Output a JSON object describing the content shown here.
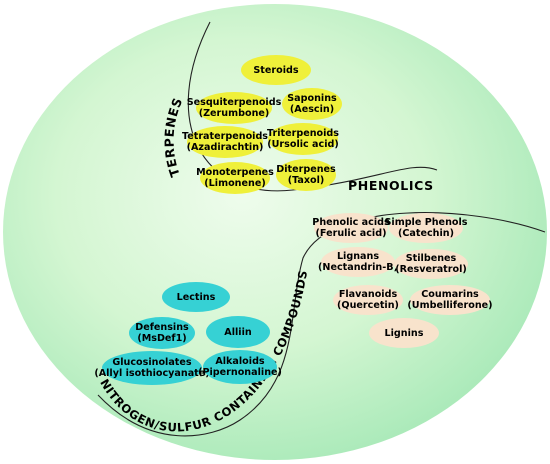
{
  "colors": {
    "circle_light": "#eefcec",
    "circle_mid": "#d4f6d2",
    "circle_edge": "#a8e9b8",
    "yellow": "#eff03a",
    "peach": "#f8e3cc",
    "teal": "#36d1d4",
    "line": "#222222"
  },
  "categories": {
    "terpenes": "TERPENES",
    "phenolics": "PHENOLICS",
    "nitrogen": "NITROGEN/SULFUR CONTAINING COMPOUNDS"
  },
  "terpenes": {
    "steroids": [
      "Steroids"
    ],
    "sesquiterpenoids": [
      "Sesquiterpenoids",
      "(Zerumbone)"
    ],
    "saponins": [
      "Saponins",
      "(Aescin)"
    ],
    "tetraterpenoids": [
      "Tetraterpenoids",
      "(Azadirachtin)"
    ],
    "triterpenoids": [
      "Triterpenoids",
      "(Ursolic acid)"
    ],
    "monoterpenes": [
      "Monoterpenes",
      "(Limonene)"
    ],
    "diterpenes": [
      "Diterpenes",
      "(Taxol)"
    ]
  },
  "phenolics": {
    "phenolic_acids": [
      "Phenolic acids",
      "(Ferulic acid)"
    ],
    "simple_phenols": [
      "Simple Phenols",
      "(Catechin)"
    ],
    "lignans": [
      "Lignans",
      "(Nectandrin-B)"
    ],
    "stilbenes": [
      "Stilbenes",
      "(Resveratrol)"
    ],
    "flavanoids": [
      "Flavanoids",
      "(Quercetin)"
    ],
    "coumarins": [
      "Coumarins",
      "(Umbelliferone)"
    ],
    "lignins": [
      "Lignins"
    ]
  },
  "nitrogen": {
    "lectins": [
      "Lectins"
    ],
    "defensins": [
      "Defensins",
      "(MsDef1)"
    ],
    "alliin": [
      "Alliin"
    ],
    "glucosinolates": [
      "Glucosinolates",
      "(Allyl isothiocyanate)"
    ],
    "alkaloids": [
      "Alkaloids",
      "(Pipernonaline)"
    ]
  }
}
